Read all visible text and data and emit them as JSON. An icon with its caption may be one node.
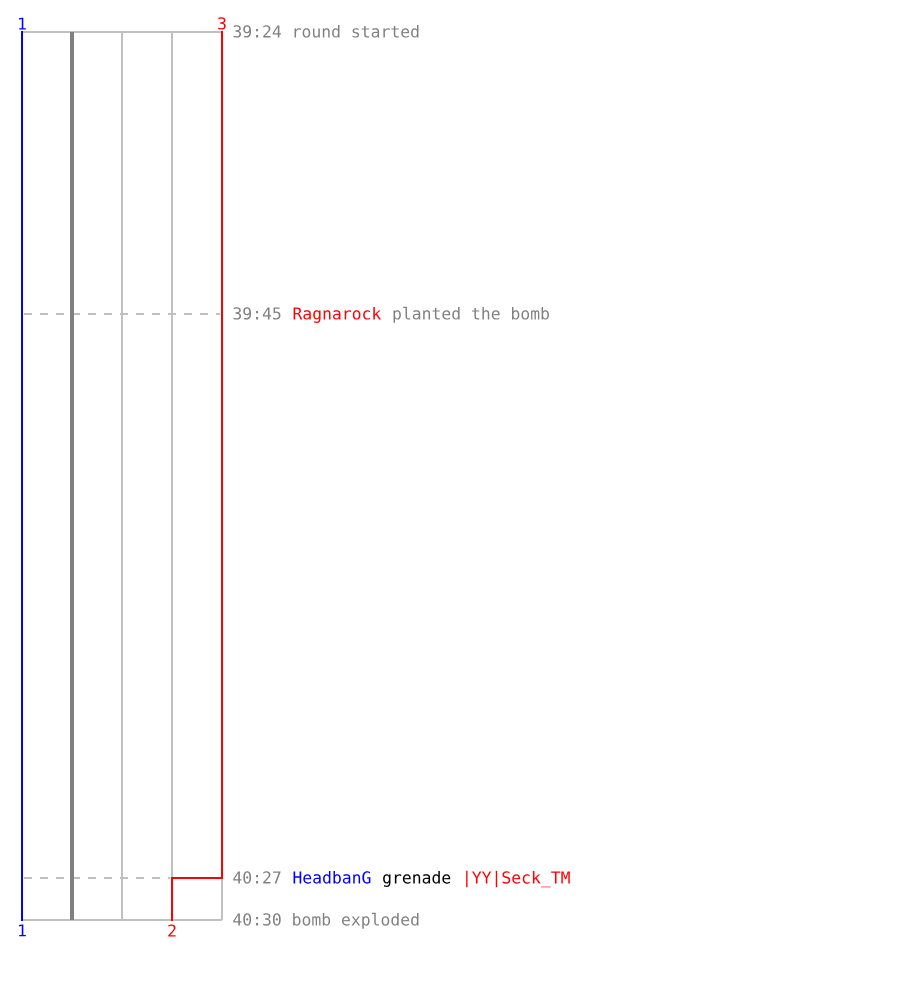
{
  "diagram": {
    "labels": [
      "1",
      "3",
      "39:24 round started",
      "39:45",
      "Ragnarock",
      "planted the bomb",
      "40:27",
      "HeadbanG",
      "grenade",
      "|YY|Seck_TM",
      "1",
      "2",
      "40:30 bomb exploded"
    ]
  }
}
